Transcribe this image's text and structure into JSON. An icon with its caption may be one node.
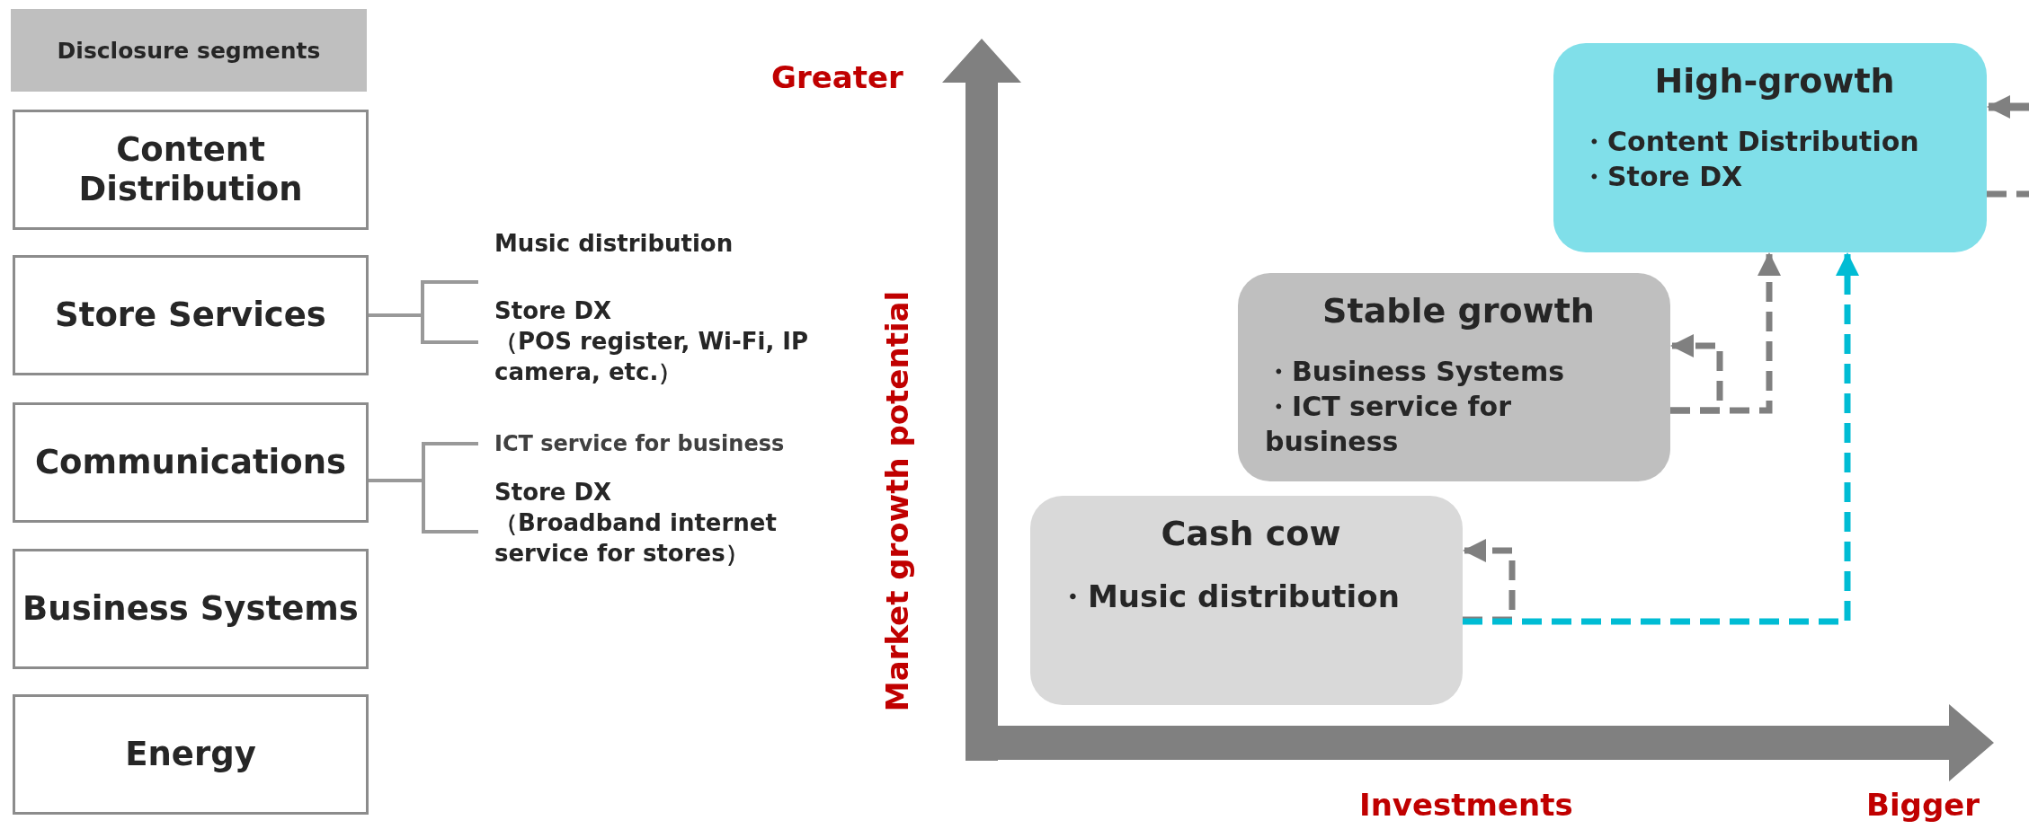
{
  "diagram": {
    "nodes": [
      {
        "text": [
          "Disclosure segments"
        ]
      },
      {
        "text": [
          "Content Distribution"
        ]
      },
      {
        "text": [
          "Store Services"
        ]
      },
      {
        "text": [
          "Communications"
        ]
      },
      {
        "text": [
          "Business Systems"
        ]
      },
      {
        "text": [
          "Energy"
        ]
      },
      {
        "text": [
          "Music distribution"
        ]
      },
      {
        "text": [
          "Store DX",
          "（POS register, Wi-Fi, IP camera, etc.）"
        ]
      },
      {
        "text": [
          "ICT service for business"
        ]
      },
      {
        "text": [
          "Store DX",
          "（Broadband internet service for stores）"
        ]
      },
      {
        "text": [
          "High-growth",
          "・Content Distribution",
          "・Store DX"
        ]
      },
      {
        "text": [
          "Stable growth",
          "・Business Systems",
          "・ICT service for business"
        ]
      },
      {
        "text": [
          "Cash cow",
          "・Music distribution"
        ]
      }
    ],
    "edges": [
      {
        "from": 2,
        "to": 6,
        "arrow": "none"
      },
      {
        "from": 2,
        "to": 7,
        "arrow": "none"
      },
      {
        "from": 3,
        "to": 8,
        "arrow": "none"
      },
      {
        "from": 3,
        "to": 9,
        "arrow": "none"
      },
      {
        "from": null,
        "to": 10,
        "arrow": "to"
      },
      {
        "from": 10,
        "to": null,
        "arrow": "none",
        "style": "dashed"
      },
      {
        "from": 11,
        "to": 11,
        "arrow": "to",
        "style": "dashed"
      },
      {
        "from": 11,
        "to": 10,
        "arrow": "to",
        "style": "dashed"
      },
      {
        "from": 12,
        "to": 12,
        "arrow": "to",
        "style": "dashed"
      },
      {
        "from": 12,
        "to": 10,
        "arrow": "to",
        "style": "dashed",
        "color": "#00bcd4"
      }
    ],
    "labels": [
      "Greater",
      "Market growth potential",
      "Investments",
      "Bigger"
    ]
  }
}
